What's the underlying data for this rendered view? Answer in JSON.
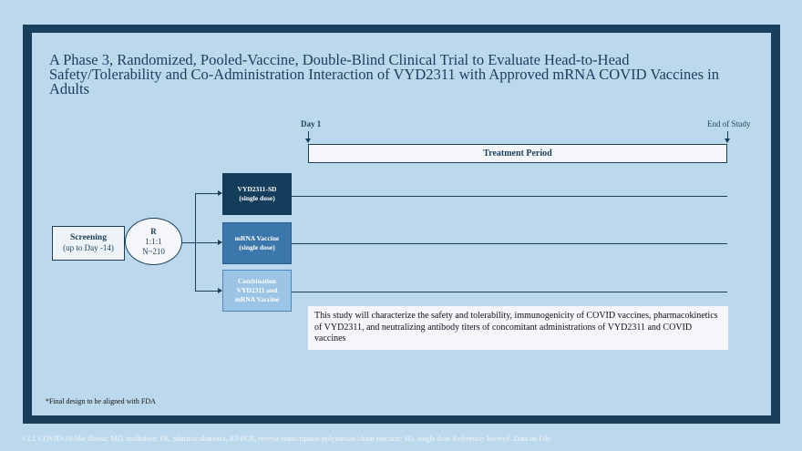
{
  "title": "A Phase 3, Randomized, Pooled-Vaccine, Double-Blind Clinical Trial to Evaluate Head-to-Head Safety/Tolerability and Co-Administration Interaction of VYD2311 with Approved mRNA COVID Vaccines in Adults",
  "timeline": {
    "start_label": "Day 1",
    "end_label": "End of Study",
    "period_label": "Treatment Period"
  },
  "screening": {
    "label": "Screening",
    "sublabel": "(up to Day -14)"
  },
  "randomization": {
    "label": "R",
    "ratio": "1:1:1",
    "n": "N~210"
  },
  "arms": [
    {
      "line1": "VYD2311-SD",
      "line2": "(single dose)",
      "line3": ""
    },
    {
      "line1": "mRNA Vaccine",
      "line2": "(single dose)",
      "line3": ""
    },
    {
      "line1": "Combination",
      "line2": "VYD2311 and",
      "line3": "mRNA Vaccine"
    }
  ],
  "description": "This study will characterize the safety and tolerability, immunogenicity of COVID vaccines, pharmacokinetics of VYD2311, and neutralizing antibody titers of concomitant administrations of VYD2311 and COVID vaccines",
  "note": "*Final design to be aligned with FDA",
  "footer": "CLI, COVID-19-like illness; MD, multidose; PK, pharmacokinetics, RT-PCR, reverse transcription-polymerase chain reaction; SD, single dose Reference: Invivyd. Data on File.",
  "colors": {
    "dark_navy": "#1a3f5c",
    "mid_blue": "#3b77ab",
    "light_blue": "#9cc4e4",
    "background": "#bcd8ec"
  }
}
